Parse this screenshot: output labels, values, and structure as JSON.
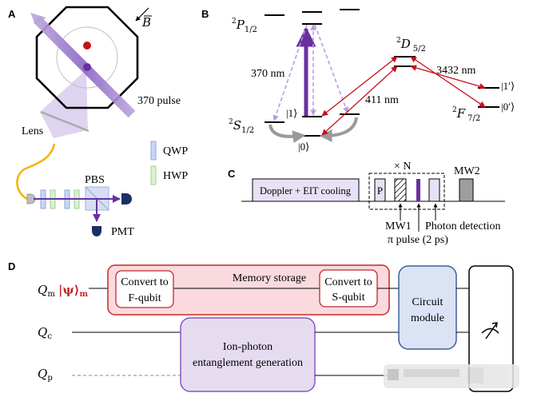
{
  "panels": {
    "A": {
      "label": "A",
      "field_symbol": "B",
      "pulse_label": "370 pulse",
      "lens_label": "Lens",
      "legend": [
        {
          "label": "QWP",
          "color": "#c9d6f2",
          "border": "#8fa8dd"
        },
        {
          "label": "HWP",
          "color": "#dcf0d4",
          "border": "#9fd08f"
        }
      ],
      "pbs_label": "PBS",
      "pmt_label": "PMT",
      "colors": {
        "ion_red": "#c8101a",
        "ion_purple": "#6a2fa0",
        "beam": "#9c7cc8",
        "fiber": "#f2b400",
        "detector": "#1c2f66"
      }
    },
    "B": {
      "label": "B",
      "levels": {
        "P": {
          "name": "P",
          "sup": "2",
          "sub": "1/2"
        },
        "S": {
          "name": "S",
          "sup": "2",
          "sub": "1/2"
        },
        "D": {
          "name": "D",
          "sup": "2",
          "sub": "5/2"
        },
        "F": {
          "name": "F",
          "sup": "2",
          "sub": "7/2"
        }
      },
      "states": {
        "one": "|1⟩",
        "zero": "|0⟩",
        "one_prime": "|1′⟩",
        "zero_prime": "|0′⟩"
      },
      "wavelengths": {
        "uv": "370 nm",
        "blue": "411 nm",
        "ir": "3432 nm"
      }
    },
    "C": {
      "label": "C",
      "repeat_label": "× N",
      "cooling_label": "Doppler + EIT cooling",
      "p_label": "P",
      "mw1_label": "MW1",
      "pi_pulse_label": "π pulse (2 ps)",
      "photon_detection_label": "Photon detection",
      "mw2_label": "MW2"
    },
    "D": {
      "label": "D",
      "qubits": [
        {
          "name": "Q",
          "sub": "m",
          "state": "|ψ⟩",
          "state_sub": "m"
        },
        {
          "name": "Q",
          "sub": "c"
        },
        {
          "name": "Q",
          "sub": "p"
        }
      ],
      "memory_label": "Memory storage",
      "convert_f_line1": "Convert to",
      "convert_f_line2": "F-qubit",
      "convert_s_line1": "Convert to",
      "convert_s_line2": "S-qubit",
      "entangle_line1": "Ion-photon",
      "entangle_line2": "entanglement generation",
      "circuit_line1": "Circuit",
      "circuit_line2": "module",
      "measure_icon": "measurement-meter-icon",
      "colors": {
        "memory_fill": "#fadadf",
        "memory_border": "#c62828",
        "entangle_fill": "#e6dcf0",
        "entangle_border": "#8a55c0",
        "circuit_fill": "#dbe3f5",
        "circuit_border": "#3e5f98",
        "state_color": "#c62828"
      }
    }
  }
}
